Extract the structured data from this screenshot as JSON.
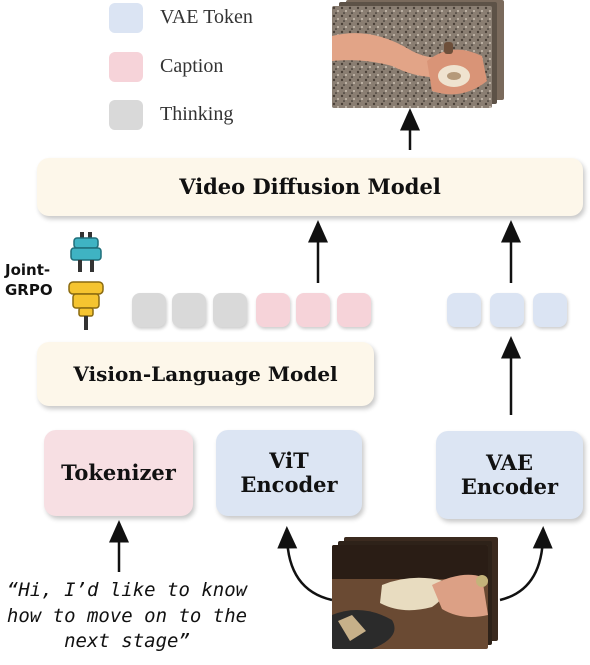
{
  "legend": [
    {
      "label": "VAE Token",
      "color": "#dbe4f3"
    },
    {
      "label": "Caption",
      "color": "#f6d3d9"
    },
    {
      "label": "Thinking",
      "color": "#d9d9d9"
    }
  ],
  "blocks": {
    "video_diffusion_model": "Video Diffusion Model",
    "vision_language_model": "Vision-Language Model",
    "tokenizer": "Tokenizer",
    "vit_encoder": "ViT\nEncoder",
    "vae_encoder": "VAE\nEncoder"
  },
  "joint_grpo_label": "Joint-\nGRPO",
  "user_prompt": "“Hi, I’d like to know\nhow to move on to the\nnext stage”",
  "colors": {
    "cream_box": "#fdf7ea",
    "pink_box": "#f7dfe3",
    "blue_box": "#dce5f3",
    "thinking_token": "#d9d9d9",
    "caption_token": "#f6d3d9",
    "vae_token": "#dbe4f3",
    "plug_teal": "#3fb3c3",
    "plug_yellow": "#f5c430"
  },
  "icons": [
    "plug-icon",
    "socket-icon"
  ]
}
